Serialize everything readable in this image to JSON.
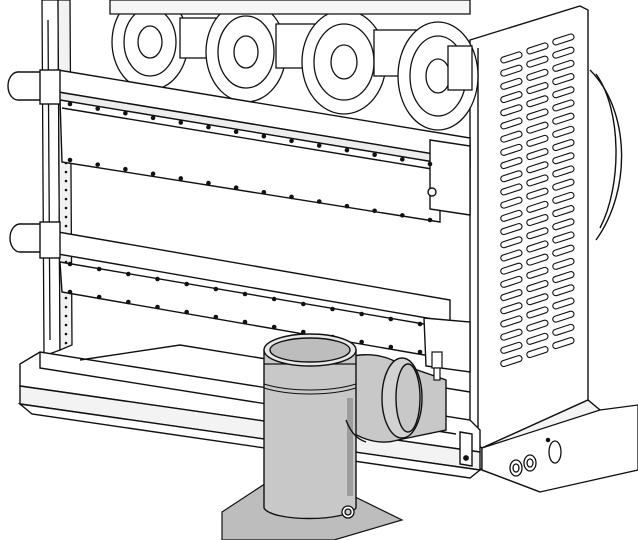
{
  "figure": {
    "kind": "technical line drawing",
    "palette": {
      "line": "#111111",
      "paper": "#ffffff",
      "pipe_fill": "#c8c8c8",
      "pipe_shade": "#a9a9a9",
      "floor_plate": "#bdbdbd",
      "highlight": "#e8e8e8"
    },
    "components": [
      {
        "id": "burner-fan-1",
        "icon": "fan-housing-icon"
      },
      {
        "id": "burner-fan-2",
        "icon": "fan-housing-icon"
      },
      {
        "id": "burner-fan-3",
        "icon": "fan-housing-icon"
      },
      {
        "id": "burner-fan-4",
        "icon": "fan-housing-icon"
      },
      {
        "id": "upper-manifold",
        "icon": "manifold-icon"
      },
      {
        "id": "lower-manifold",
        "icon": "manifold-icon"
      },
      {
        "id": "side-panel-louvers",
        "icon": "louver-panel-icon"
      },
      {
        "id": "base-frame",
        "icon": "frame-icon"
      },
      {
        "id": "flue-tee",
        "icon": "tee-pipe-icon"
      },
      {
        "id": "condensate-drain",
        "icon": "drain-port-icon"
      },
      {
        "id": "floor-plate",
        "icon": "floor-plate-icon"
      },
      {
        "id": "connection-ports",
        "icon": "port-icon"
      }
    ]
  }
}
